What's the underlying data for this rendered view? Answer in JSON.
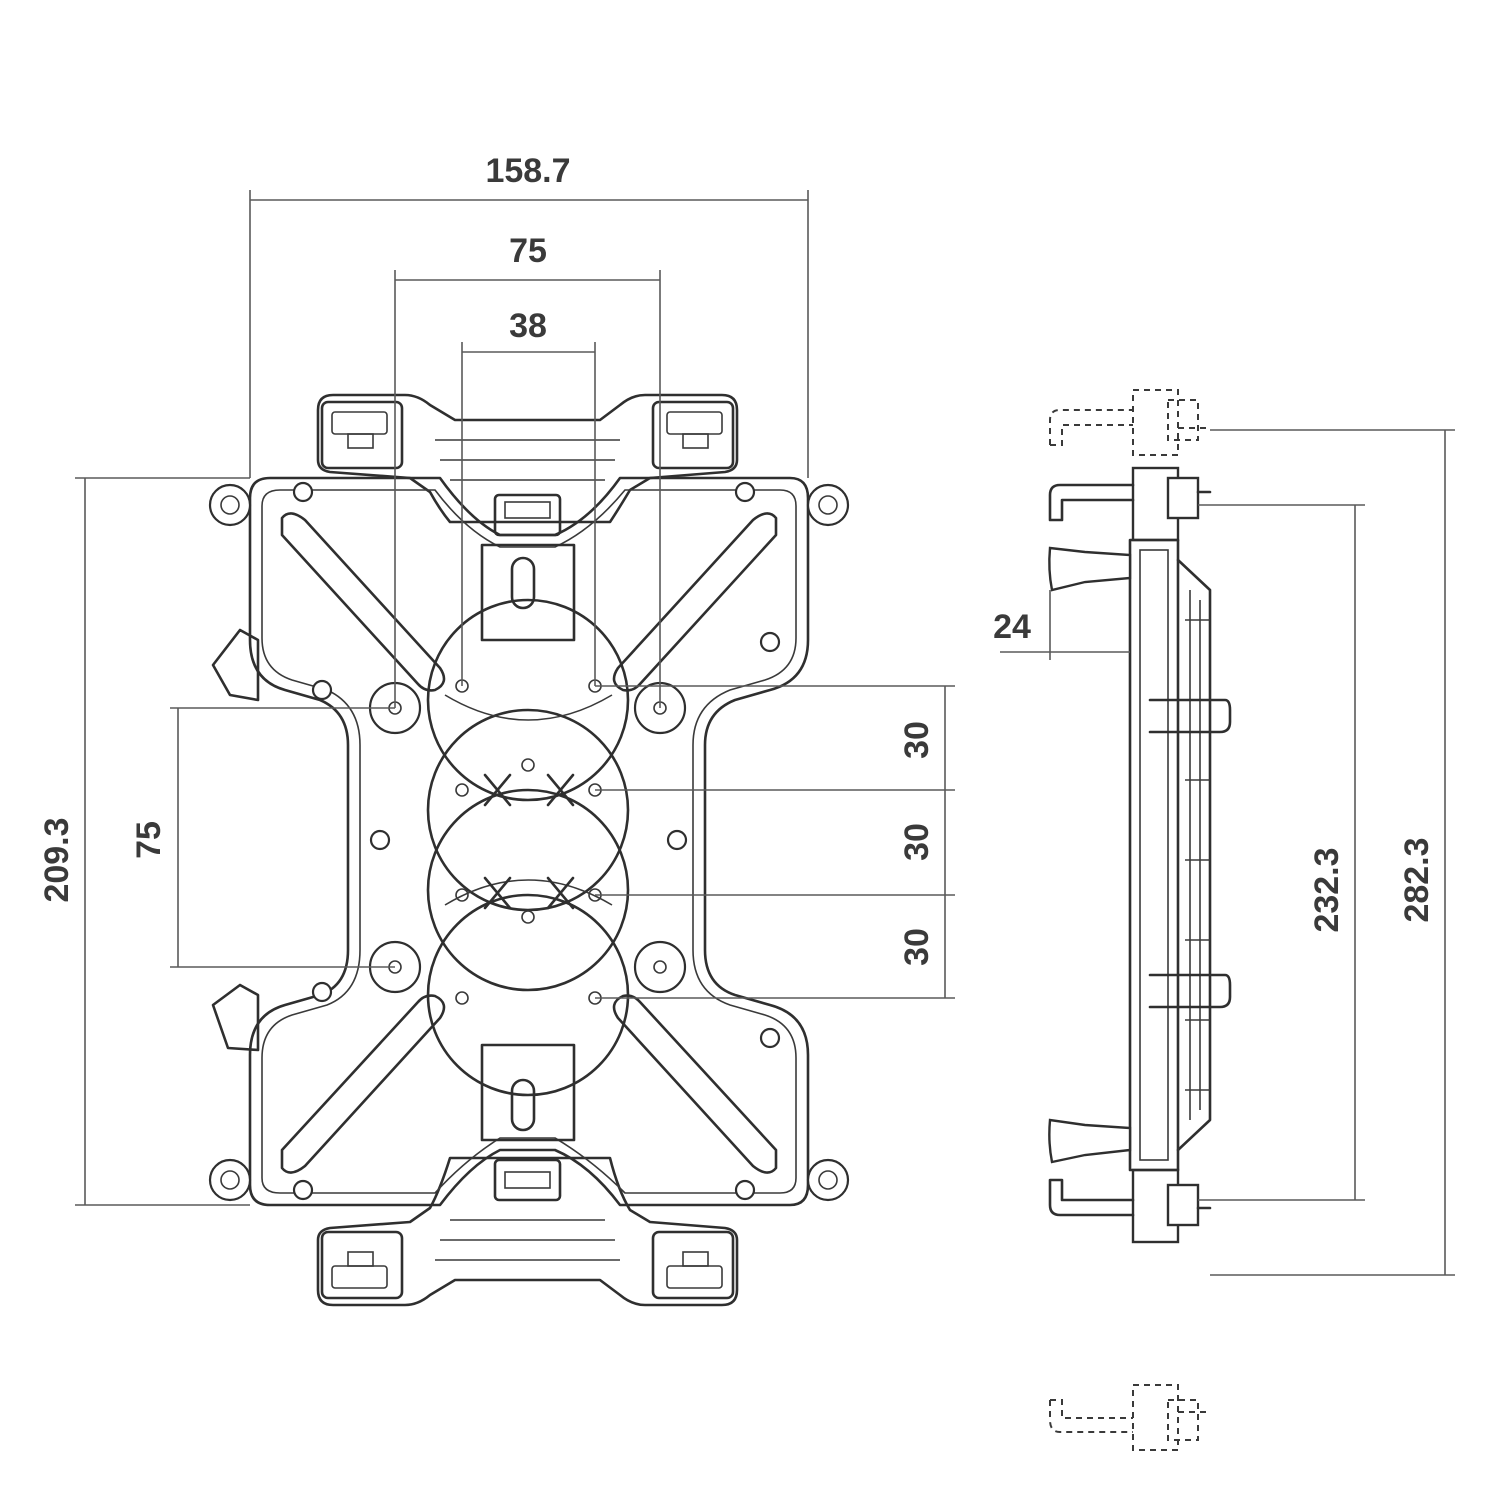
{
  "dimensions": {
    "top_width": "158.7",
    "top_hole_spacing": "75",
    "top_slot_width": "38",
    "left_height": "209.3",
    "left_hole_spacing": "75",
    "right_pitch_1": "30",
    "right_pitch_2": "30",
    "right_pitch_3": "30",
    "side_depth": "24",
    "side_height_inner": "232.3",
    "side_height_outer": "282.3"
  },
  "colors": {
    "line": "#2f2f2f",
    "dimension_line": "#5a5a5a",
    "text": "#3a3a3a",
    "background": "#ffffff"
  }
}
